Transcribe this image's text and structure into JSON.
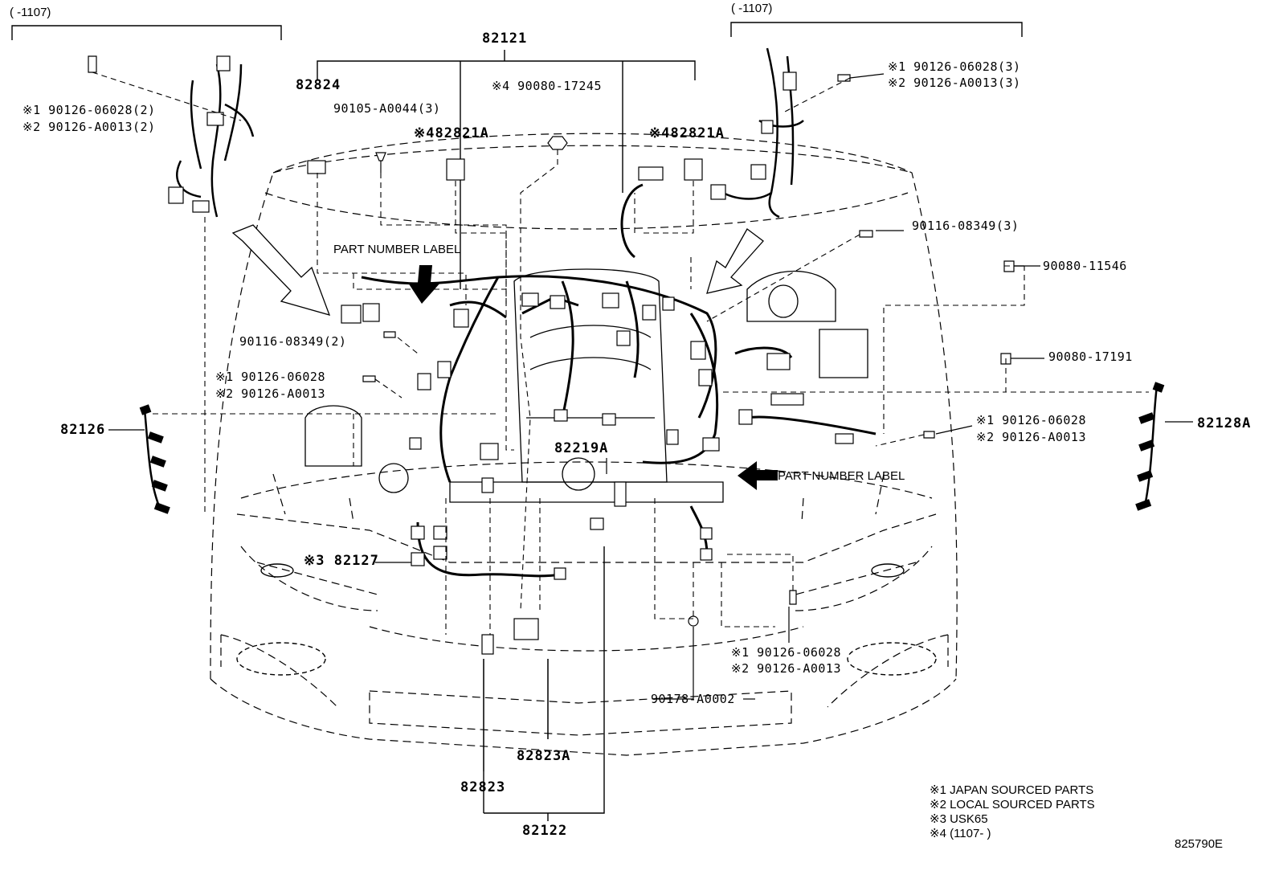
{
  "date_ranges": {
    "left": "(    -1107)",
    "right": "(    -1107)"
  },
  "labels": {
    "p82121": "82121",
    "p82824": "82824",
    "p90105": "90105-A0044(3)",
    "p90080_17245": "※4 90080-17245",
    "p82821a_left": "※482821A",
    "p82821a_right": "※482821A",
    "tl_1": "※1 90126-06028(2)",
    "tl_2": "※2 90126-A0013(2)",
    "tr_1": "※1 90126-06028(3)",
    "tr_2": "※2 90126-A0013(3)",
    "p90116_3": "90116-08349(3)",
    "p90080_11546": "90080-11546",
    "p90080_17191": "90080-17191",
    "pn_label_top": "PART NUMBER LABEL",
    "pn_label_right": "PART NUMBER LABEL",
    "p90116_2": "90116-08349(2)",
    "ml_1": "※1 90126-06028",
    "ml_2": "※2 90126-A0013",
    "p82126": "82126",
    "p82128a": "82128A",
    "mr_1": "※1 90126-06028",
    "mr_2": "※2 90126-A0013",
    "p82219a": "82219A",
    "p82127": "※3 82127",
    "br_1": "※1 90126-06028",
    "br_2": "※2 90126-A0013",
    "p90178": "90178-A0002",
    "p82823a": "82823A",
    "p82823": "82823",
    "p82122": "82122"
  },
  "legend": [
    "※1  JAPAN SOURCED PARTS",
    "※2  LOCAL SOURCED PARTS",
    "※3  USK65",
    "※4  (1107-        )"
  ],
  "diagram_id": "825790E"
}
